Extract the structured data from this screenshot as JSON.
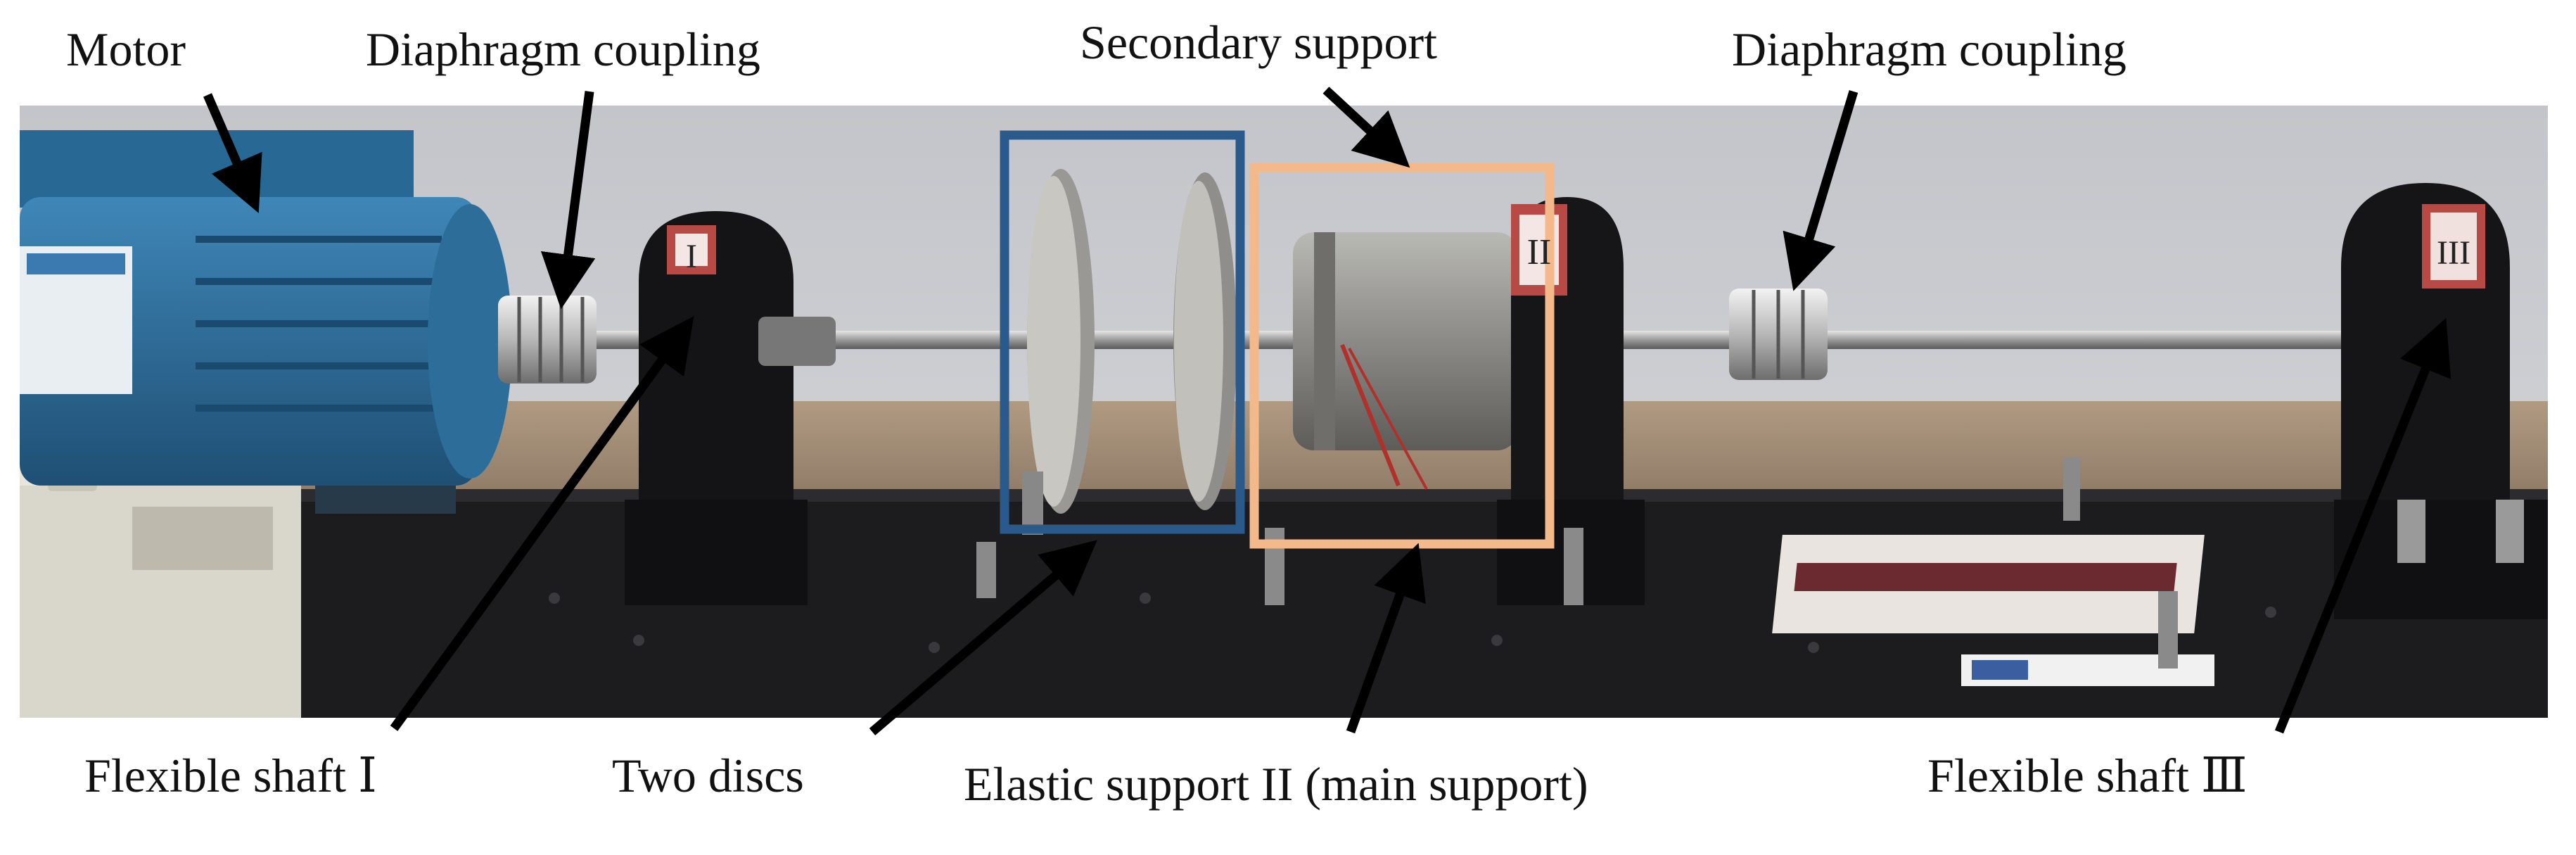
{
  "labels": {
    "motor": "Motor",
    "coupling_left": "Diaphragm coupling",
    "secondary_support": "Secondary support",
    "coupling_right": "Diaphragm coupling",
    "flexible_shaft_1": "Flexible shaft Ⅰ",
    "two_discs": "Two discs",
    "elastic_support": "Elastic support II (main support)",
    "flexible_shaft_3": "Flexible shaft  Ⅲ"
  },
  "support_tags": {
    "one": "I",
    "two": "II",
    "three": "III"
  },
  "colors": {
    "disc_box": "#2a5a8c",
    "support_box": "#f4b98a",
    "motor": "#2f6f9a",
    "base_plate": "#1c1c1e",
    "wall": "#c9cbd0",
    "arrow": "#000000"
  }
}
